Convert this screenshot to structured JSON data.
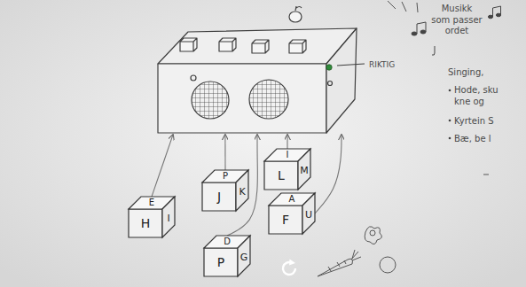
{
  "diagram": {
    "nodes": [
      {
        "text": [
          "RIKTIG"
        ]
      },
      {
        "text": [
          "E",
          "H",
          "I"
        ]
      },
      {
        "text": [
          "P",
          "J",
          "K"
        ]
      },
      {
        "text": [
          "I",
          "L",
          "M"
        ]
      },
      {
        "text": [
          "A",
          "F",
          "U"
        ]
      },
      {
        "text": [
          "D",
          "P",
          "G"
        ]
      }
    ],
    "edges": [
      {
        "from": 1,
        "to": 0,
        "arrow": "to"
      },
      {
        "from": 2,
        "to": 0,
        "arrow": "to"
      },
      {
        "from": 3,
        "to": 0,
        "arrow": "to"
      },
      {
        "from": 4,
        "to": 0,
        "arrow": "to"
      },
      {
        "from": 5,
        "to": 0,
        "arrow": "to"
      }
    ],
    "labels": [
      "Musikk som passer ordet",
      "Singing,",
      "Hode, sku kne og",
      "Kyrtein S",
      "Bæ, be l"
    ]
  }
}
